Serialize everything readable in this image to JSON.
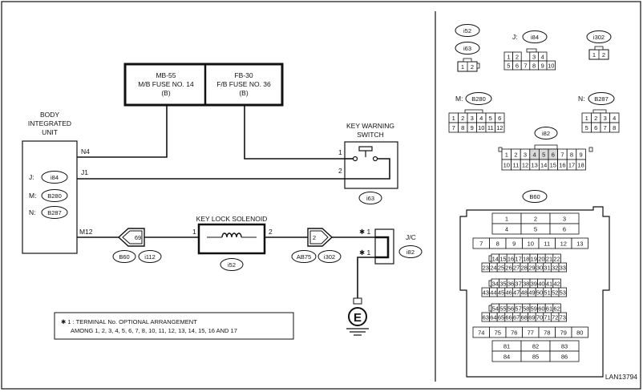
{
  "diagram_id": "LAN13794",
  "body_unit": {
    "title_lines": [
      "BODY",
      "INTEGRATED",
      "UNIT"
    ],
    "connectors": [
      {
        "prefix": "J:",
        "id": "i84"
      },
      {
        "prefix": "M:",
        "id": "B280"
      },
      {
        "prefix": "N:",
        "id": "B287"
      }
    ],
    "pins": {
      "n4": "N4",
      "j1": "J1",
      "m12": "M12"
    }
  },
  "fuse1": {
    "lines": [
      "MB-55",
      "M/B FUSE NO. 14",
      "(B)"
    ]
  },
  "fuse2": {
    "lines": [
      "FB-30",
      "F/B FUSE NO. 36",
      "(B)"
    ]
  },
  "key_switch": {
    "title_lines": [
      "KEY WARNING",
      "SWITCH"
    ],
    "pin1": "1",
    "pin2": "2",
    "connector": "i63"
  },
  "solenoid": {
    "title": "KEY LOCK SOLENOID",
    "pin1": "1",
    "pin2": "2",
    "connector": "i52"
  },
  "left_plug": {
    "pin": "69",
    "connectors": [
      "B60",
      "i112"
    ]
  },
  "right_plug": {
    "pin": "2",
    "connectors": [
      "AB75",
      "i302"
    ]
  },
  "jc": {
    "label": "J/C",
    "connector": "i82",
    "pin_marks": [
      "✱ 1",
      "✱ 1"
    ],
    "ground": "E"
  },
  "note": {
    "line1": "✱ 1 : TERMINAL No. OPTIONAL ARRANGEMENT",
    "line2": "AMONG 1, 2, 3, 4, 5, 6, 7, 8, 10, 11, 12, 13, 14, 15, 16 AND 17"
  },
  "connector_views": {
    "i52": {
      "label": "i52",
      "pins": [
        "1",
        "2"
      ]
    },
    "i63": {
      "label": "i63",
      "pins": [
        "1",
        "2"
      ]
    },
    "i84": {
      "prefix": "J:",
      "label": "i84",
      "row1": [
        "1",
        "2",
        "",
        "3",
        "4"
      ],
      "row2": [
        "5",
        "6",
        "7",
        "8",
        "9",
        "10"
      ]
    },
    "i302": {
      "label": "i302",
      "pins": [
        "1",
        "2"
      ]
    },
    "B280": {
      "prefix": "M:",
      "label": "B280",
      "row1": [
        "1",
        "2",
        "3",
        "4",
        "5",
        "6"
      ],
      "row2": [
        "7",
        "8",
        "9",
        "10",
        "11",
        "12"
      ]
    },
    "B287": {
      "prefix": "N:",
      "label": "B287",
      "row1": [
        "1",
        "2",
        "3",
        "4"
      ],
      "row2": [
        "5",
        "6",
        "7",
        "8"
      ]
    },
    "i82": {
      "label": "i82",
      "row1": [
        "1",
        "2",
        "3",
        "4",
        "5",
        "6",
        "7",
        "8",
        "9"
      ],
      "row2": [
        "10",
        "11",
        "12",
        "13",
        "14",
        "15",
        "16",
        "17",
        "18"
      ]
    },
    "B60": {
      "label": "B60",
      "rows": [
        [
          "1",
          "2",
          "3"
        ],
        [
          "4",
          "5",
          "6"
        ],
        [
          "7",
          "8",
          "9",
          "10",
          "11",
          "12",
          "13"
        ],
        [
          "14",
          "15",
          "16",
          "17",
          "18",
          "19",
          "20",
          "21",
          "22"
        ],
        [
          "23",
          "24",
          "25",
          "26",
          "27",
          "28",
          "29",
          "30",
          "31",
          "32",
          "33"
        ],
        [
          "34",
          "35",
          "36",
          "37",
          "38",
          "39",
          "40",
          "41",
          "42"
        ],
        [
          "43",
          "44",
          "45",
          "46",
          "47",
          "48",
          "49",
          "50",
          "51",
          "52",
          "53"
        ],
        [
          "54",
          "55",
          "56",
          "57",
          "58",
          "59",
          "60",
          "61",
          "62"
        ],
        [
          "63",
          "64",
          "65",
          "66",
          "67",
          "68",
          "69",
          "70",
          "71",
          "72",
          "73"
        ],
        [
          "74",
          "75",
          "76",
          "77",
          "78",
          "79",
          "80"
        ],
        [
          "81",
          "82",
          "83"
        ],
        [
          "84",
          "85",
          "86"
        ]
      ]
    }
  }
}
